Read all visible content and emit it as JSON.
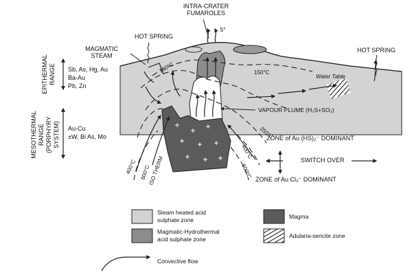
{
  "colors": {
    "steam_heated": "#d3d3d3",
    "magmatic_hydrothermal": "#8c8c8c",
    "magma": "#5b5b5b",
    "vapour_plume": "#ffffff",
    "line": "#222222"
  },
  "labels": {
    "fumaroles_1": "INTRA-CRATER",
    "fumaroles_2": "FUMAROLES",
    "so2": "S°",
    "hot_spring_left": "HOT SPRING",
    "hot_spring_right": "HOT SPRING",
    "magmatic_steam_1": "MAGMATIC",
    "magmatic_steam_2": "STEAM",
    "water_table": "Water Table",
    "vapour_plume": "VAPOUR PLUME (H₂S+SO₂)",
    "zone_hs": "ZONE of Au (HS)₂⁻ DOMINANT",
    "switch_over": "SWITCH OVER",
    "zone_cl": "ZONE of Au Cl₂⁻ DOMINANT",
    "iso_therm_1": "600°C",
    "iso_therm_2": "ISO THERM"
  },
  "temps": {
    "t150_left": "150°C",
    "t150_right": "150°C",
    "t250": "250°C",
    "t400_right": "400°C",
    "t600_right": "600°C",
    "t400_left": "400°C"
  },
  "epithermal": {
    "title_1": "EPITHERMAL",
    "title_2": "RANGE",
    "elements": [
      "Sb, As, Hg, Au",
      "Ba-Au",
      "Pb, Zn"
    ]
  },
  "mesothermal": {
    "title_1": "MESOTHERMAL",
    "title_2": "RANGE",
    "title_3": "(PORPHYRY",
    "title_4": "SYSTEM)",
    "elements": [
      "Au-Cu",
      "±W, Bi As, Mo"
    ]
  },
  "legend": {
    "steam_heated_1": "Steam heated acid",
    "steam_heated_2": "sulphate zone",
    "magmatic_hydro_1": "Magmatic-Hydrothermal",
    "magmatic_hydro_2": "acid sulphate zone",
    "magma": "Magma",
    "adularia": "Adularia-sericite zone",
    "convective": "Convective flow"
  }
}
